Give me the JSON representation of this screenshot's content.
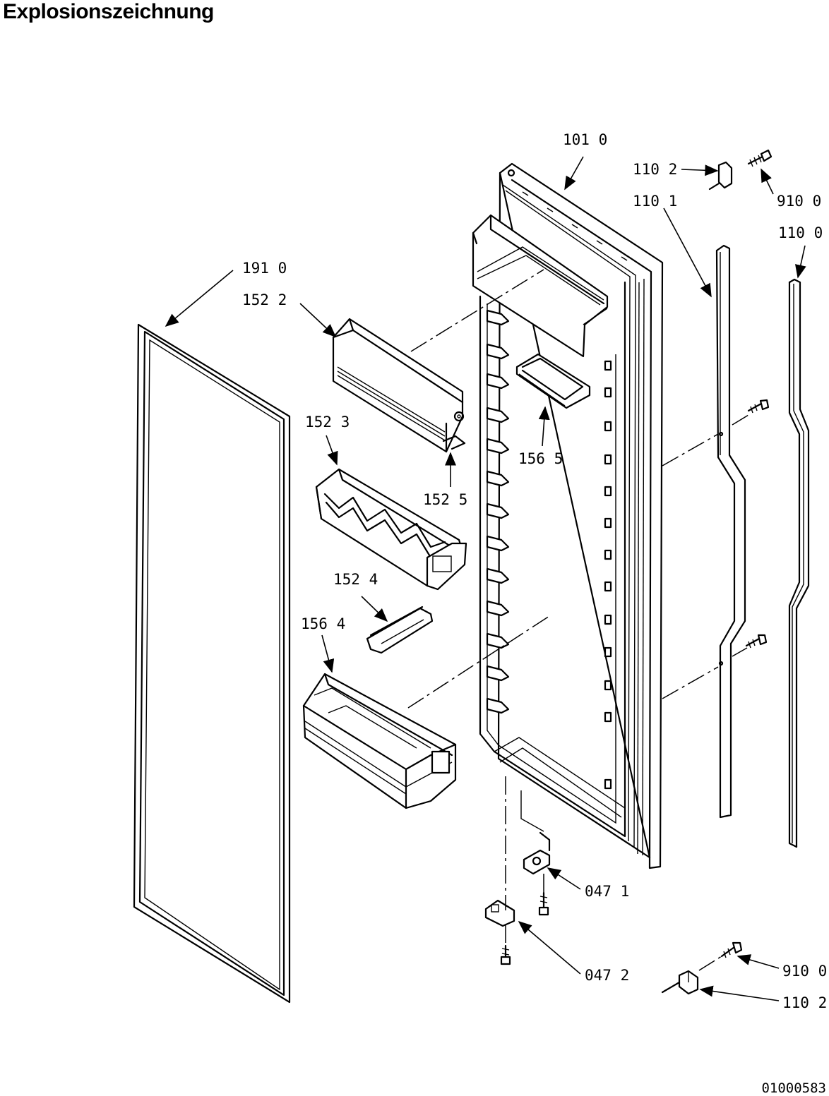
{
  "title": "Explosionszeichnung",
  "drawing_code": "01000583",
  "parts": {
    "p1010": "101 0",
    "p1102a": "110 2",
    "p9100a": "910 0",
    "p1101": "110 1",
    "p1100": "110 0",
    "p1910": "191 0",
    "p1522": "152 2",
    "p1523": "152 3",
    "p1565": "156 5",
    "p1525": "152 5",
    "p1524": "152 4",
    "p1564": "156 4",
    "p0471": "047 1",
    "p0472": "047 2",
    "p9100b": "910 0",
    "p1102b": "110 2"
  },
  "colors": {
    "ink": "#000000",
    "paper": "#ffffff"
  }
}
